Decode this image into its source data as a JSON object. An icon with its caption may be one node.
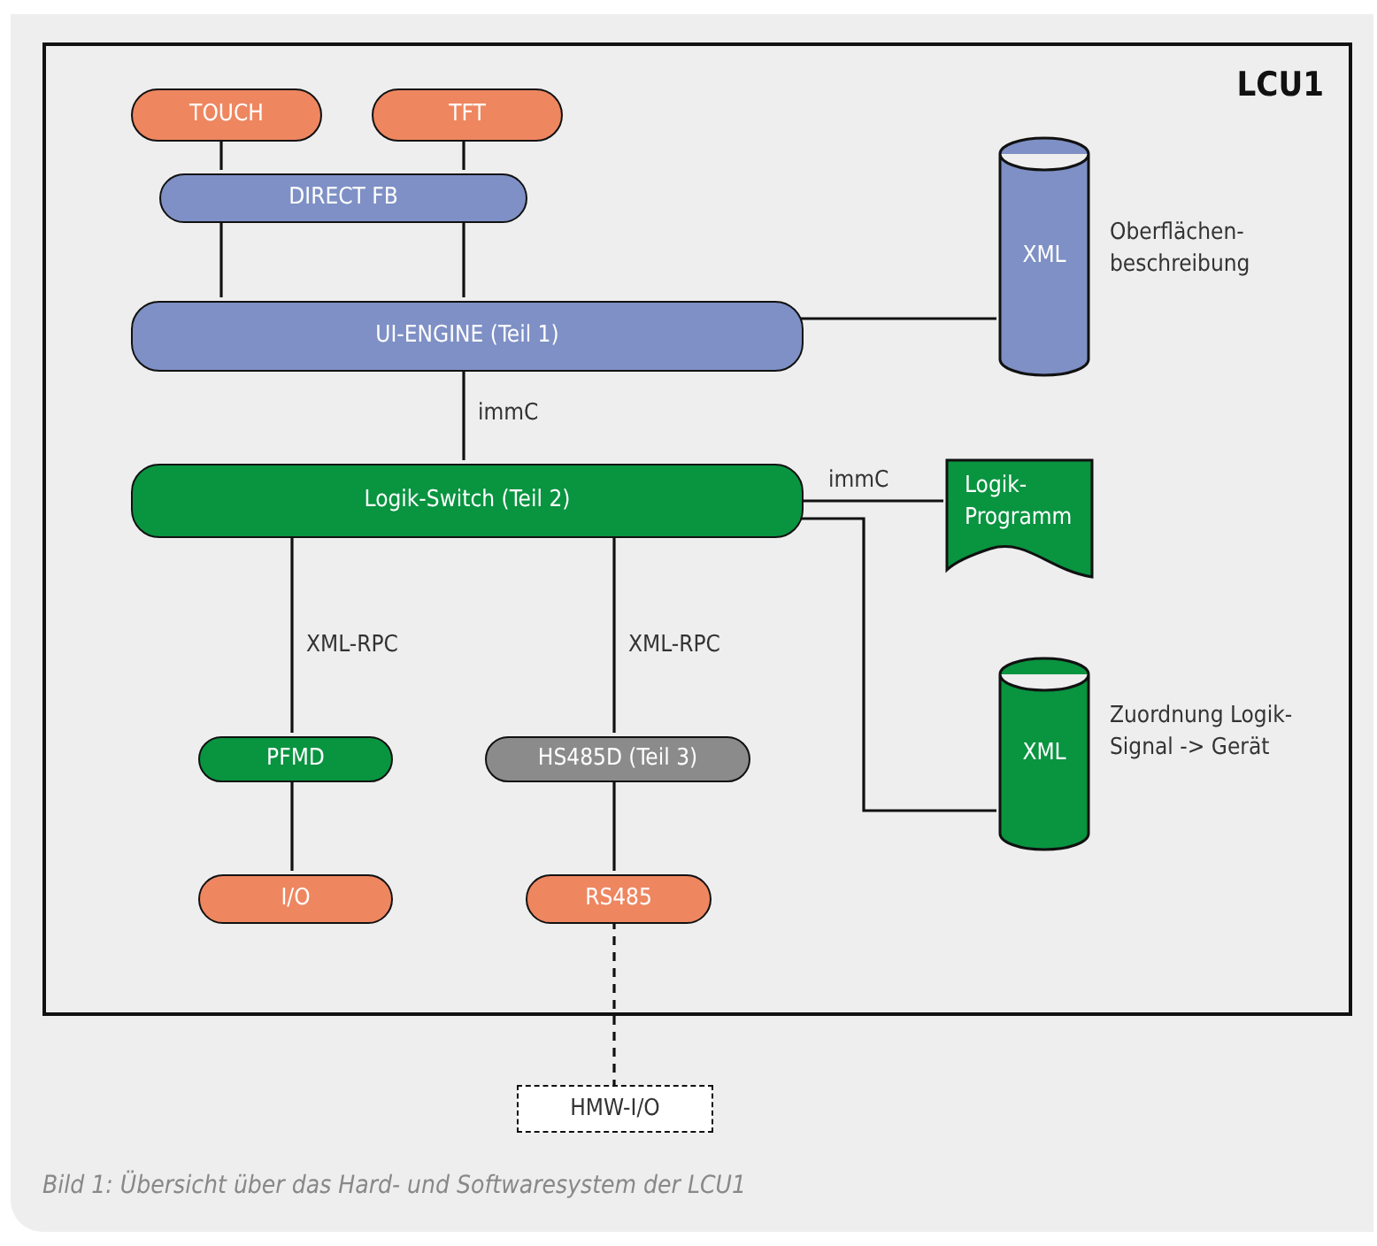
{
  "diagram": {
    "caption": "Bild 1: Übersicht über das Hard- und Softwaresystem der LCU1",
    "nodes": [
      {
        "text": [
          "LCU1"
        ]
      },
      {
        "text": [
          "TOUCH"
        ],
        "in": 0
      },
      {
        "text": [
          "TFT"
        ],
        "in": 0
      },
      {
        "text": [
          "DIRECT FB"
        ],
        "in": 0
      },
      {
        "text": [
          "UI-ENGINE (Teil 1)"
        ],
        "in": 0
      },
      {
        "text": [
          "XML"
        ],
        "in": 0,
        "beside": [
          "Oberflächen- beschreibung"
        ]
      },
      {
        "text": [
          "Logik-Switch (Teil 2)"
        ],
        "in": 0
      },
      {
        "text": [
          "Logik- Programm"
        ],
        "in": 0
      },
      {
        "text": [
          "XML"
        ],
        "in": 0,
        "beside": [
          "Zuordnung Logik-Signal -> Gerät"
        ]
      },
      {
        "text": [
          "PFMD"
        ],
        "in": 0
      },
      {
        "text": [
          "HS485D (Teil 3)"
        ],
        "in": 0
      },
      {
        "text": [
          "I/O"
        ],
        "in": 0
      },
      {
        "text": [
          "RS485"
        ],
        "in": 0
      },
      {
        "text": [
          "HMW-I/O"
        ]
      }
    ],
    "edges": [
      {
        "from": 1,
        "to": 3,
        "arrow": "none"
      },
      {
        "from": 2,
        "to": 3,
        "arrow": "none"
      },
      {
        "from": 3,
        "to": 4,
        "arrow": "none"
      },
      {
        "from": 3,
        "to": 4,
        "arrow": "none"
      },
      {
        "from": 4,
        "to": 5,
        "arrow": "none"
      },
      {
        "from": 4,
        "to": 6,
        "arrow": "none",
        "label": "immC"
      },
      {
        "from": 6,
        "to": 7,
        "arrow": "none",
        "label": "immC"
      },
      {
        "from": 6,
        "to": 8,
        "arrow": "none"
      },
      {
        "from": 6,
        "to": 9,
        "arrow": "none",
        "label": "XML-RPC"
      },
      {
        "from": 6,
        "to": 10,
        "arrow": "none",
        "label": "XML-RPC"
      },
      {
        "from": 9,
        "to": 11,
        "arrow": "none"
      },
      {
        "from": 10,
        "to": 12,
        "arrow": "none"
      },
      {
        "from": 12,
        "to": 13,
        "arrow": "none",
        "style": "dashed"
      }
    ]
  }
}
